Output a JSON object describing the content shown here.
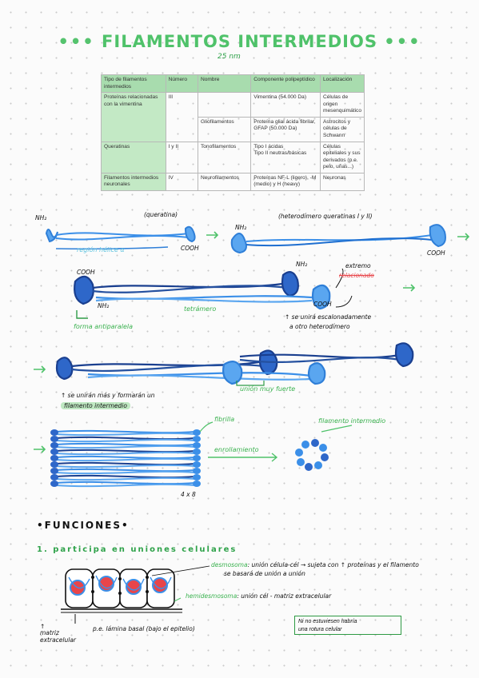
{
  "title": "FILAMENTOS INTERMEDIOS",
  "title_dots": "•••",
  "subtitle": "25 nm",
  "table": {
    "headers": [
      "Tipo de filamentos intermedios",
      "Número",
      "Nombre",
      "Componente polipeptídico",
      "Localización"
    ],
    "groups": [
      {
        "tipo": "Proteínas relacionadas con la vimentina",
        "numero": "III",
        "rows": [
          {
            "nombre": "",
            "componente": "Vimentina (54.000 Da)",
            "localizacion": "Células de origen mesenquimático"
          },
          {
            "nombre": "Gliofilamentos",
            "componente": "Proteína glial ácida fibrilar, GFAP (50.000 Da)",
            "localizacion": "Astrocitos y células de Schwann"
          }
        ]
      },
      {
        "tipo": "Queratinas",
        "numero": "I y II",
        "rows": [
          {
            "nombre": "Tonofilamentos",
            "componente": "Tipo I ácidas\nTipo II neutras/básicas",
            "localizacion": "Células epiteliales y sus derivados (p.e. pelo, uñas...)"
          }
        ]
      },
      {
        "tipo": "Filamentos intermedios neuronales",
        "numero": "IV",
        "rows": [
          {
            "nombre": "Neurofilamentos",
            "componente": "Proteínas NF-L (ligero), -M (medio) y H (heavy)",
            "localizacion": "Neuronas"
          }
        ]
      }
    ]
  },
  "diagram": {
    "monomer": {
      "nh2": "NH₂",
      "label": "(queratina)",
      "cooh": "COOH",
      "region": "región hélice α"
    },
    "dimer": {
      "label": "(heterodímero queratinas I y II)",
      "nh2": "NH₂",
      "cooh": "COOH"
    },
    "tetramer": {
      "cooh": "COOH",
      "nh2": "NH₂",
      "nh2_right": "NH₂",
      "cooh_right": "COOH",
      "label": "tetrámero",
      "extremo_line1": "extremo",
      "extremo_line2": "relacionado",
      "paralel": "forma antiparalela",
      "note_line1": "↑ se unirá escalonadamente",
      "note_line2": "a otro heterodímero"
    },
    "protofilament": {
      "union": "unión muy fuerte",
      "note_line1": "↑ se unirán más y formarán un",
      "note_line2": "filamento intermedio"
    },
    "bundle": {
      "fibrilla": "fibrilla",
      "enrollamiento": "enrollamiento",
      "filamento": "filamento intermedio",
      "count": "4 x 8"
    }
  },
  "funciones": {
    "heading": "•FUNCIONES•",
    "item1": "1. participa en uniones celulares",
    "desmosoma": "desmosoma",
    "desmosoma_text1": ": unión célula-cél → sujeta con ↑ proteínas y el filamento",
    "desmosoma_text2": "se basará de unión a unión",
    "hemidesmosoma": "hemidesmosoma",
    "hemi_text": ": unión cél - matriz extracelular",
    "matriz1": "↑",
    "matriz2": "matriz",
    "matriz3": "extracelular",
    "lamina": "p.e. lámina basal (bajo el epitelio)",
    "note_line1": "Ni no estuviesen habría",
    "note_line2": "una rotura celular"
  },
  "colors": {
    "green": "#4fc26a",
    "light_blue": "#3b8fe8",
    "dark_blue": "#1a3f8f",
    "red": "#e8454a"
  }
}
